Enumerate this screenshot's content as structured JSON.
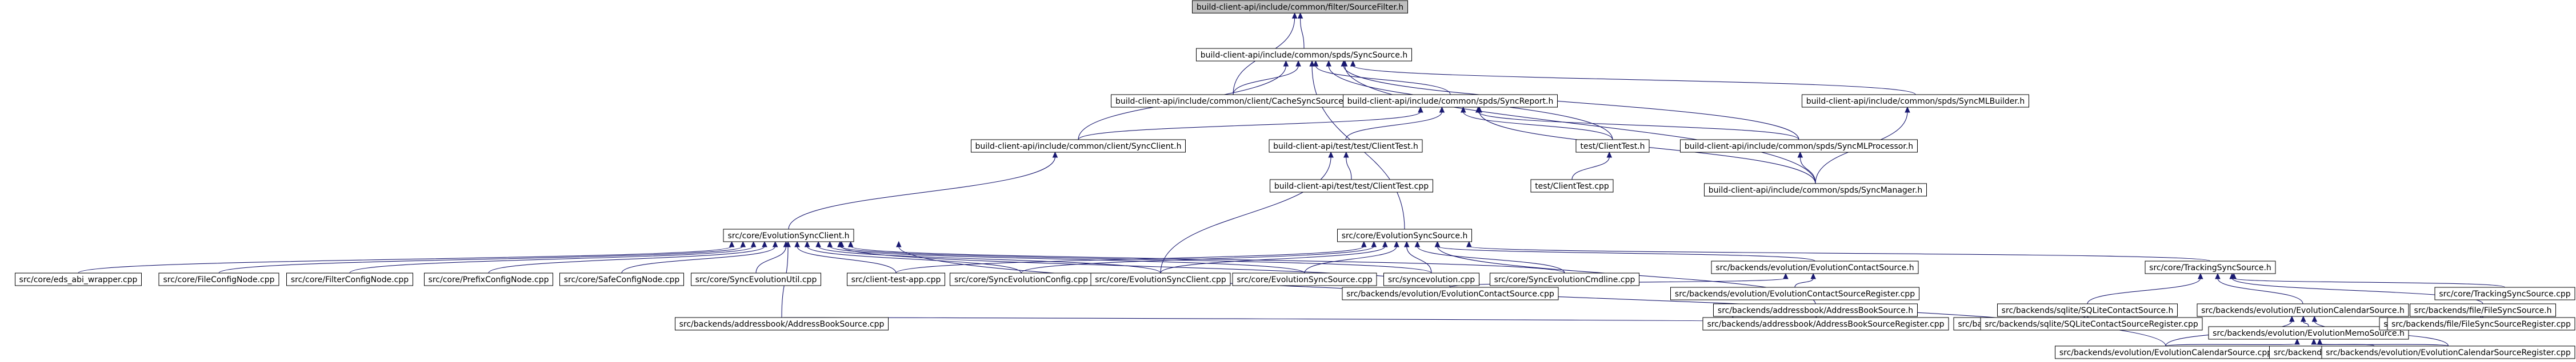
{
  "graph": {
    "title": "",
    "colors": {
      "edge": "#191970",
      "node_border": "#000000",
      "root_fill": "#bfbfbf",
      "node_fill": "#ffffff"
    },
    "nodes": [
      {
        "id": "n0",
        "label": "build-client-api/include/common/filter/SourceFilter.h",
        "root": true
      },
      {
        "id": "n1",
        "label": "build-client-api/include/common/spds/SyncSource.h"
      },
      {
        "id": "n2",
        "label": "build-client-api/include/common/client/CacheSyncSource.h"
      },
      {
        "id": "n3",
        "label": "build-client-api/include/common/spds/SyncReport.h"
      },
      {
        "id": "n4",
        "label": "build-client-api/include/common/spds/SyncMLBuilder.h"
      },
      {
        "id": "n5",
        "label": "build-client-api/include/common/client/SyncClient.h"
      },
      {
        "id": "n6",
        "label": "build-client-api/test/test/ClientTest.h"
      },
      {
        "id": "n7",
        "label": "test/ClientTest.h"
      },
      {
        "id": "n8",
        "label": "build-client-api/include/common/spds/SyncMLProcessor.h"
      },
      {
        "id": "n9",
        "label": "build-client-api/test/test/ClientTest.cpp"
      },
      {
        "id": "n10",
        "label": "test/ClientTest.cpp"
      },
      {
        "id": "n11",
        "label": "build-client-api/include/common/spds/SyncManager.h"
      },
      {
        "id": "n12",
        "label": "src/core/EvolutionSyncClient.h"
      },
      {
        "id": "n13",
        "label": "src/core/EvolutionSyncSource.h"
      },
      {
        "id": "n14",
        "label": "src/core/eds_abi_wrapper.cpp"
      },
      {
        "id": "n15",
        "label": "src/core/FileConfigNode.cpp"
      },
      {
        "id": "n16",
        "label": "src/core/FilterConfigNode.cpp"
      },
      {
        "id": "n17",
        "label": "src/core/PrefixConfigNode.cpp"
      },
      {
        "id": "n18",
        "label": "src/core/SafeConfigNode.cpp"
      },
      {
        "id": "n19",
        "label": "src/core/SyncEvolutionUtil.cpp"
      },
      {
        "id": "n20",
        "label": "src/client-test-app.cpp"
      },
      {
        "id": "n21",
        "label": "src/core/SyncEvolutionConfig.cpp"
      },
      {
        "id": "n22",
        "label": "src/core/EvolutionSyncClient.cpp"
      },
      {
        "id": "n23",
        "label": "src/core/EvolutionSyncSource.cpp"
      },
      {
        "id": "n24",
        "label": "src/syncevolution.cpp"
      },
      {
        "id": "n25",
        "label": "src/core/SyncEvolutionCmdline.cpp"
      },
      {
        "id": "n26",
        "label": "src/backends/evolution/EvolutionContactSource.h"
      },
      {
        "id": "n27",
        "label": "src/core/TrackingSyncSource.h"
      },
      {
        "id": "n28",
        "label": "src/backends/evolution/EvolutionContactSource.cpp"
      },
      {
        "id": "n29",
        "label": "src/backends/evolution/EvolutionContactSourceRegister.cpp"
      },
      {
        "id": "n30",
        "label": "src/backends/addressbook/AddressBookSource.h"
      },
      {
        "id": "n31",
        "label": "src/backends/sqlite/SQLiteContactSource.h"
      },
      {
        "id": "n32",
        "label": "src/backends/evolution/EvolutionCalendarSource.h"
      },
      {
        "id": "n33",
        "label": "src/backends/file/FileSyncSource.h"
      },
      {
        "id": "n34",
        "label": "src/core/TrackingSyncSource.cpp"
      },
      {
        "id": "n35",
        "label": "src/backends/addressbook/AddressBookSource.cpp"
      },
      {
        "id": "n36",
        "label": "src/backends/addressbook/AddressBookSourceRegister.cpp"
      },
      {
        "id": "n37",
        "label": "src/backends/sqlite/SQLiteContactSource.cpp"
      },
      {
        "id": "n38",
        "label": "src/backends/sqlite/SQLiteContactSourceRegister.cpp"
      },
      {
        "id": "n39",
        "label": "src/backends/evolution/EvolutionMemoSource.h"
      },
      {
        "id": "n40",
        "label": "src/backends/file/FileSyncSource.cpp"
      },
      {
        "id": "n41",
        "label": "src/backends/file/FileSyncSourceRegister.cpp"
      },
      {
        "id": "n42",
        "label": "src/backends/evolution/EvolutionCalendarSource.cpp"
      },
      {
        "id": "n43",
        "label": "src/backends/evolution/EvolutionMemoSource.cpp"
      },
      {
        "id": "n44",
        "label": "src/backends/evolution/EvolutionCalendarSourceRegister.cpp"
      }
    ],
    "edges": [
      [
        "n0",
        "n1"
      ],
      [
        "n0",
        "n2"
      ],
      [
        "n1",
        "n2"
      ],
      [
        "n1",
        "n3"
      ],
      [
        "n1",
        "n4"
      ],
      [
        "n1",
        "n5"
      ],
      [
        "n1",
        "n7"
      ],
      [
        "n1",
        "n8"
      ],
      [
        "n1",
        "n11"
      ],
      [
        "n1",
        "n13"
      ],
      [
        "n3",
        "n5"
      ],
      [
        "n3",
        "n6"
      ],
      [
        "n3",
        "n7"
      ],
      [
        "n3",
        "n8"
      ],
      [
        "n3",
        "n11"
      ],
      [
        "n4",
        "n11"
      ],
      [
        "n5",
        "n12"
      ],
      [
        "n6",
        "n9"
      ],
      [
        "n6",
        "n22"
      ],
      [
        "n7",
        "n10"
      ],
      [
        "n8",
        "n11"
      ],
      [
        "n12",
        "n14"
      ],
      [
        "n12",
        "n15"
      ],
      [
        "n12",
        "n16"
      ],
      [
        "n12",
        "n17"
      ],
      [
        "n12",
        "n18"
      ],
      [
        "n12",
        "n19"
      ],
      [
        "n12",
        "n20"
      ],
      [
        "n12",
        "n21"
      ],
      [
        "n12",
        "n22"
      ],
      [
        "n12",
        "n23"
      ],
      [
        "n12",
        "n24"
      ],
      [
        "n12",
        "n25"
      ],
      [
        "n12",
        "n28"
      ],
      [
        "n12",
        "n35"
      ],
      [
        "n12",
        "n42"
      ],
      [
        "n13",
        "n20"
      ],
      [
        "n13",
        "n21"
      ],
      [
        "n13",
        "n22"
      ],
      [
        "n13",
        "n23"
      ],
      [
        "n13",
        "n24"
      ],
      [
        "n13",
        "n25"
      ],
      [
        "n13",
        "n26"
      ],
      [
        "n13",
        "n27"
      ],
      [
        "n13",
        "n30"
      ],
      [
        "n26",
        "n28"
      ],
      [
        "n26",
        "n29"
      ],
      [
        "n27",
        "n31"
      ],
      [
        "n27",
        "n32"
      ],
      [
        "n27",
        "n33"
      ],
      [
        "n27",
        "n34"
      ],
      [
        "n30",
        "n35"
      ],
      [
        "n30",
        "n36"
      ],
      [
        "n31",
        "n37"
      ],
      [
        "n31",
        "n38"
      ],
      [
        "n32",
        "n39"
      ],
      [
        "n32",
        "n42"
      ],
      [
        "n32",
        "n44"
      ],
      [
        "n33",
        "n40"
      ],
      [
        "n33",
        "n41"
      ],
      [
        "n39",
        "n43"
      ],
      [
        "n39",
        "n42"
      ],
      [
        "n39",
        "n44"
      ]
    ]
  }
}
